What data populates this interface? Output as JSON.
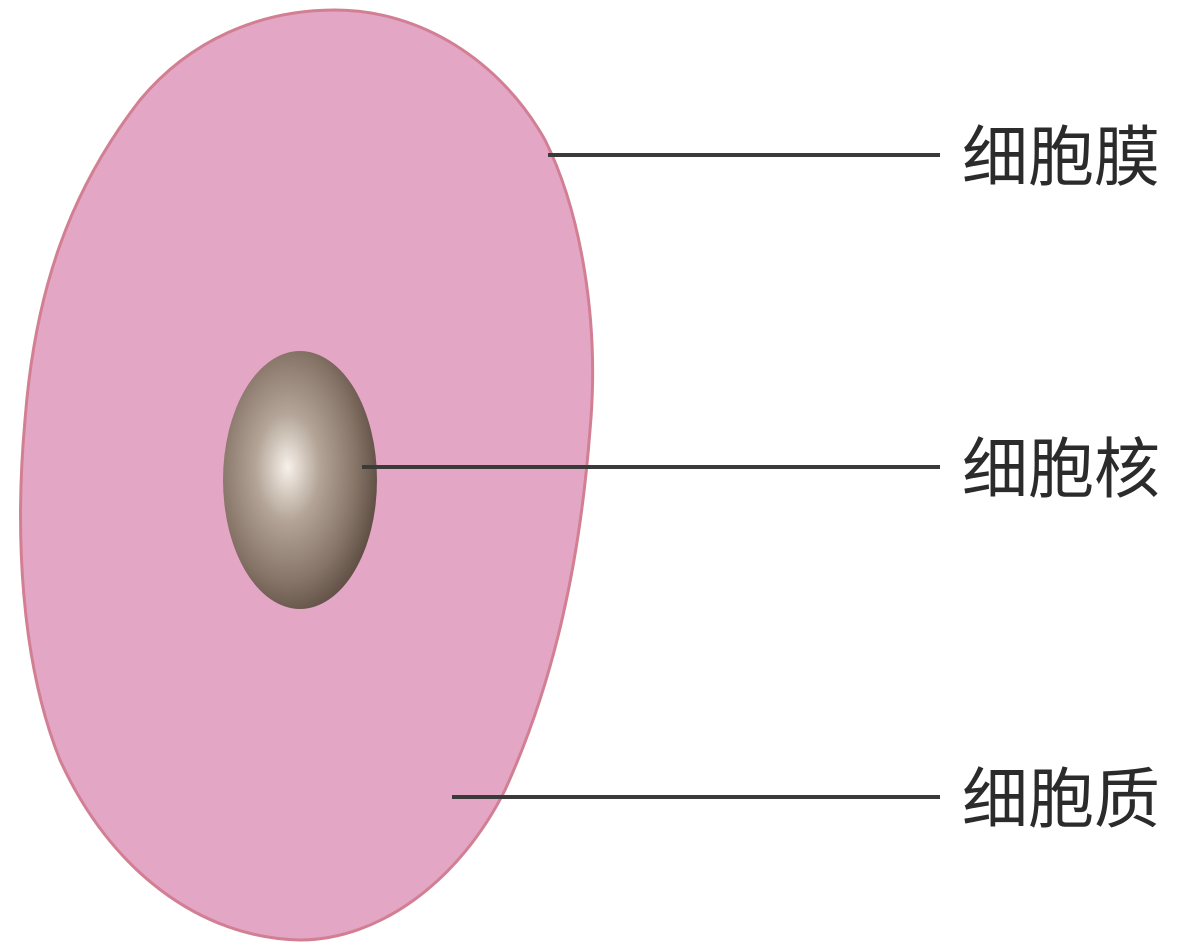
{
  "labels": {
    "membrane": "细胞膜",
    "nucleus": "细胞核",
    "cytoplasm": "细胞质"
  },
  "colors": {
    "cell_fill": "#e3a7c5",
    "cell_edge": "#d27f93",
    "nucleus_center": "#f7f1ea",
    "nucleus_mid": "#9a8a7c",
    "nucleus_edge": "#5e4d43",
    "leader_line": "#3a3a3a",
    "label_text": "#2b2b2b",
    "background": "#ffffff"
  }
}
